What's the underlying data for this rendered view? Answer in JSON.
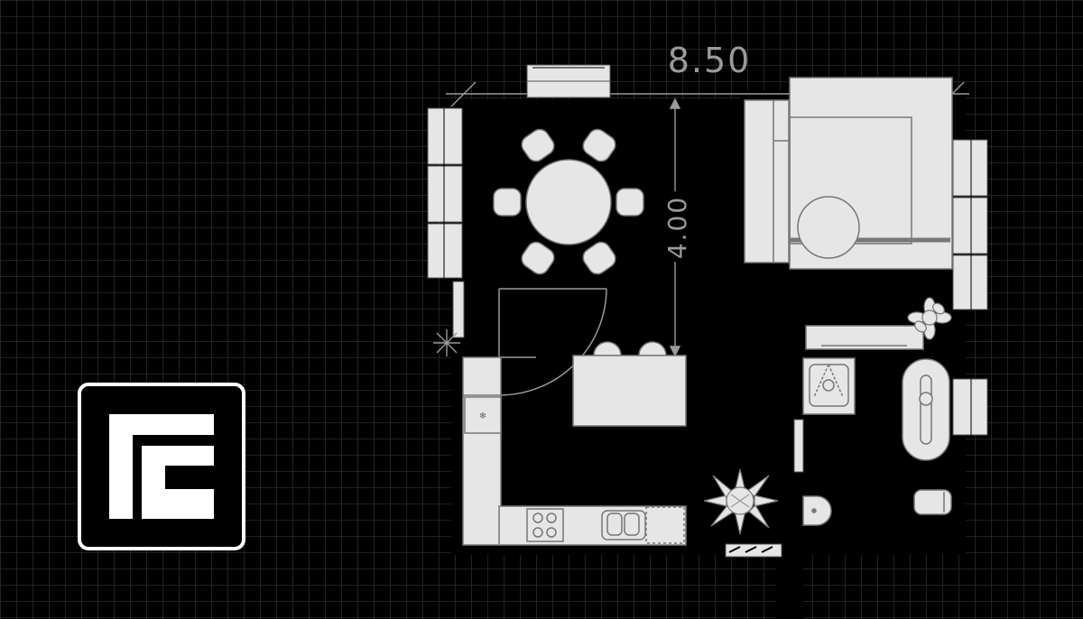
{
  "plan": {
    "width_dimension": "8.50",
    "depth_dimension": "4.00"
  },
  "logo": {
    "mark_name": "monogram"
  },
  "colors": {
    "background": "#000000",
    "grid_line": "#2a2a2a",
    "furniture_fill": "#e6e6e6",
    "outline": "#777777",
    "dimension_text": "#9a9a9a",
    "logo_fg": "#ffffff"
  }
}
